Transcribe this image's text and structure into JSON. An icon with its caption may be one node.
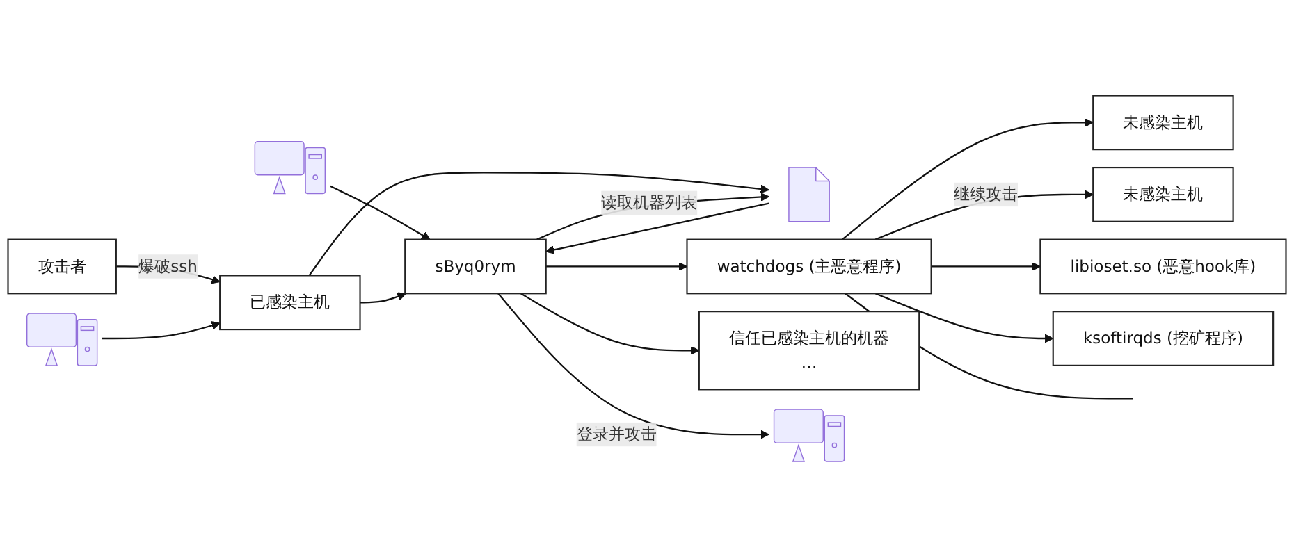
{
  "diagram": {
    "nodes": [
      {
        "text": [
          "攻击者"
        ]
      },
      {
        "text": [],
        "shape": "picture"
      },
      {
        "text": [],
        "shape": "picture"
      },
      {
        "text": [
          "已感染主机"
        ]
      },
      {
        "text": [
          "sByq0rym"
        ]
      },
      {
        "text": [],
        "shape": "picture"
      },
      {
        "text": [
          "watchdogs (主恶意程序)"
        ]
      },
      {
        "text": [
          "信任已感染主机的机器",
          "…"
        ]
      },
      {
        "text": [],
        "shape": "picture"
      },
      {
        "text": [
          "未感染主机"
        ]
      },
      {
        "text": [
          "未感染主机"
        ]
      },
      {
        "text": [
          "libioset.so (恶意hook库)"
        ]
      },
      {
        "text": [
          "ksoftirqds (挖矿程序)"
        ]
      }
    ],
    "edges": [
      {
        "from": 0,
        "to": 3,
        "arrow": "to",
        "label": "爆破ssh"
      },
      {
        "from": 1,
        "to": 3,
        "arrow": "to"
      },
      {
        "from": 2,
        "to": 4,
        "arrow": "to"
      },
      {
        "from": 3,
        "to": 4,
        "arrow": "to"
      },
      {
        "from": 3,
        "to": 5,
        "arrow": "to"
      },
      {
        "from": 4,
        "to": 5,
        "arrow": "to",
        "label": "读取机器列表"
      },
      {
        "from": 5,
        "to": 4,
        "arrow": "to"
      },
      {
        "from": 4,
        "to": 6,
        "arrow": "to"
      },
      {
        "from": 4,
        "to": 7,
        "arrow": "to"
      },
      {
        "from": 4,
        "to": 8,
        "arrow": "to",
        "label": "登录并攻击"
      },
      {
        "from": 6,
        "to": 9,
        "arrow": "to"
      },
      {
        "from": 6,
        "to": 10,
        "arrow": "to",
        "label": "继续攻击"
      },
      {
        "from": 6,
        "to": 11,
        "arrow": "to"
      },
      {
        "from": 6,
        "to": 12,
        "arrow": "to"
      },
      {
        "from": 6,
        "to": null,
        "arrow": "none"
      }
    ]
  }
}
